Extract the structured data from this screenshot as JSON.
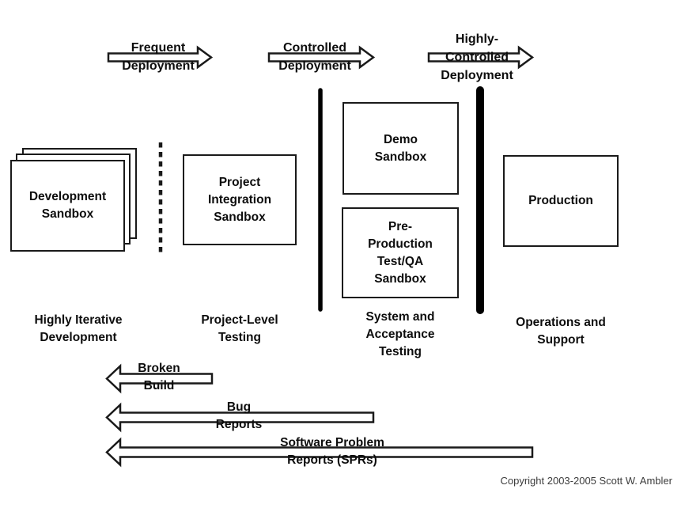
{
  "canvas": {
    "background": "#ffffff",
    "ink": "#000000"
  },
  "deployment_arrows": [
    {
      "name": "frequent-deployment",
      "label": "Frequent\nDeployment"
    },
    {
      "name": "controlled-deployment",
      "label": "Controlled\nDeployment"
    },
    {
      "name": "highly-controlled-deployment",
      "label": "Highly-\nControlled\nDeployment"
    }
  ],
  "environments": {
    "development": {
      "label": "Development\nSandbox"
    },
    "project_integration": {
      "label": "Project\nIntegration\nSandbox"
    },
    "demo": {
      "label": "Demo\nSandbox"
    },
    "pre_production": {
      "label": "Pre-\nProduction\nTest/QA\nSandbox"
    },
    "production": {
      "label": "Production"
    }
  },
  "phases": [
    {
      "label": "Highly Iterative\nDevelopment"
    },
    {
      "label": "Project-Level\nTesting"
    },
    {
      "label": "System and\nAcceptance\nTesting"
    },
    {
      "label": "Operations and\nSupport"
    }
  ],
  "feedback_arrows": [
    {
      "name": "broken-build",
      "label": "Broken\nBuild"
    },
    {
      "name": "bug-reports",
      "label": "Bug\nReports"
    },
    {
      "name": "software-problem-reports",
      "label": "Software Problem\nReports (SPRs)"
    }
  ],
  "copyright": "Copyright 2003-2005 Scott W. Ambler"
}
